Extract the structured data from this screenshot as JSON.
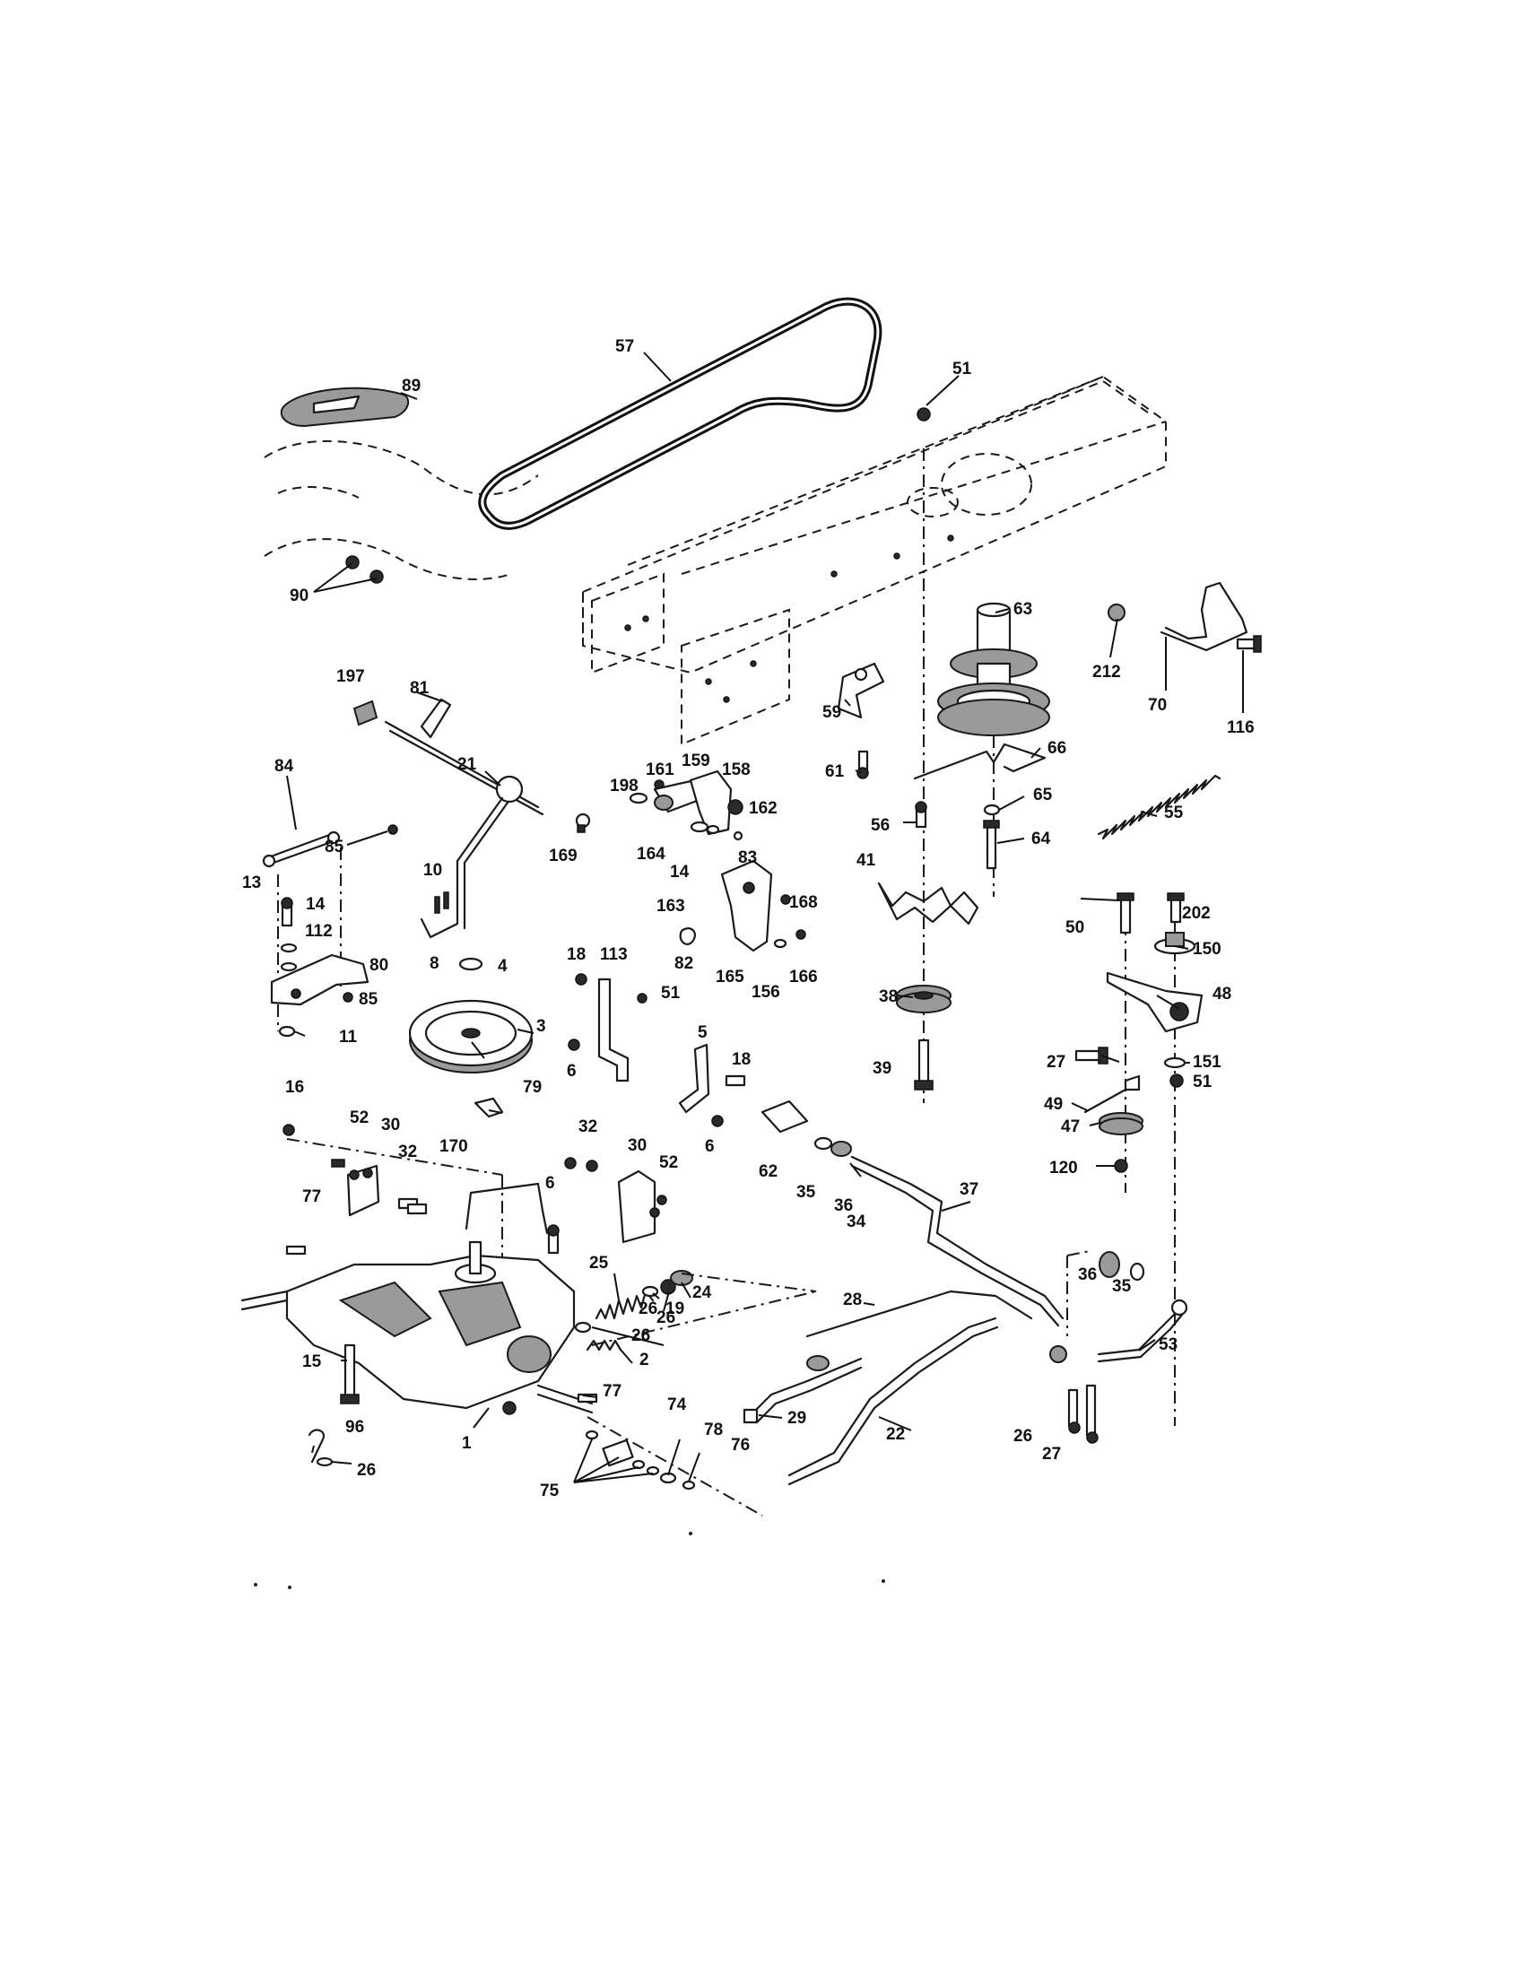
{
  "diagram": {
    "callouts": [
      {
        "id": "c57",
        "text": "57"
      },
      {
        "id": "c89",
        "text": "89"
      },
      {
        "id": "c51a",
        "text": "51"
      },
      {
        "id": "c90",
        "text": "90"
      },
      {
        "id": "c63",
        "text": "63"
      },
      {
        "id": "c212",
        "text": "212"
      },
      {
        "id": "c70",
        "text": "70"
      },
      {
        "id": "c116",
        "text": "116"
      },
      {
        "id": "c59",
        "text": "59"
      },
      {
        "id": "c66",
        "text": "66"
      },
      {
        "id": "c197",
        "text": "197"
      },
      {
        "id": "c81",
        "text": "81"
      },
      {
        "id": "c61",
        "text": "61"
      },
      {
        "id": "c84",
        "text": "84"
      },
      {
        "id": "c198",
        "text": "198"
      },
      {
        "id": "c161",
        "text": "161"
      },
      {
        "id": "c159",
        "text": "159"
      },
      {
        "id": "c158",
        "text": "158"
      },
      {
        "id": "c162",
        "text": "162"
      },
      {
        "id": "c65",
        "text": "65"
      },
      {
        "id": "c55",
        "text": "55"
      },
      {
        "id": "c56",
        "text": "56"
      },
      {
        "id": "c64",
        "text": "64"
      },
      {
        "id": "c21",
        "text": "21"
      },
      {
        "id": "c85a",
        "text": "85"
      },
      {
        "id": "c169",
        "text": "169"
      },
      {
        "id": "c164",
        "text": "164"
      },
      {
        "id": "c14a",
        "text": "14"
      },
      {
        "id": "c83",
        "text": "83"
      },
      {
        "id": "c41",
        "text": "41"
      },
      {
        "id": "c10",
        "text": "10"
      },
      {
        "id": "c13",
        "text": "13"
      },
      {
        "id": "c14b",
        "text": "14"
      },
      {
        "id": "c163",
        "text": "163"
      },
      {
        "id": "c168",
        "text": "168"
      },
      {
        "id": "c112",
        "text": "112"
      },
      {
        "id": "c8",
        "text": "8"
      },
      {
        "id": "c4",
        "text": "4"
      },
      {
        "id": "c50",
        "text": "50"
      },
      {
        "id": "c202",
        "text": "202"
      },
      {
        "id": "c150",
        "text": "150"
      },
      {
        "id": "c18a",
        "text": "18"
      },
      {
        "id": "c113",
        "text": "113"
      },
      {
        "id": "c82",
        "text": "82"
      },
      {
        "id": "c80",
        "text": "80"
      },
      {
        "id": "c85b",
        "text": "85"
      },
      {
        "id": "c165",
        "text": "165"
      },
      {
        "id": "c166",
        "text": "166"
      },
      {
        "id": "c156",
        "text": "156"
      },
      {
        "id": "c48",
        "text": "48"
      },
      {
        "id": "c38",
        "text": "38"
      },
      {
        "id": "c3",
        "text": "3"
      },
      {
        "id": "c51b",
        "text": "51"
      },
      {
        "id": "c11",
        "text": "11"
      },
      {
        "id": "c5",
        "text": "5"
      },
      {
        "id": "c27a",
        "text": "27"
      },
      {
        "id": "c151",
        "text": "151"
      },
      {
        "id": "c6a",
        "text": "6"
      },
      {
        "id": "c18b",
        "text": "18"
      },
      {
        "id": "c39",
        "text": "39"
      },
      {
        "id": "c51c",
        "text": "51"
      },
      {
        "id": "c79",
        "text": "79"
      },
      {
        "id": "c49",
        "text": "49"
      },
      {
        "id": "c16",
        "text": "16"
      },
      {
        "id": "c47",
        "text": "47"
      },
      {
        "id": "c6b",
        "text": "6"
      },
      {
        "id": "c52a",
        "text": "52"
      },
      {
        "id": "c30a",
        "text": "30"
      },
      {
        "id": "c32a",
        "text": "32"
      },
      {
        "id": "c30b",
        "text": "30"
      },
      {
        "id": "c120",
        "text": "120"
      },
      {
        "id": "c62",
        "text": "62"
      },
      {
        "id": "c35a",
        "text": "35"
      },
      {
        "id": "c36a",
        "text": "36"
      },
      {
        "id": "c170",
        "text": "170"
      },
      {
        "id": "c32b",
        "text": "32"
      },
      {
        "id": "c52b",
        "text": "52"
      },
      {
        "id": "c6c",
        "text": "6"
      },
      {
        "id": "c37",
        "text": "37"
      },
      {
        "id": "c34",
        "text": "34"
      },
      {
        "id": "c77a",
        "text": "77"
      },
      {
        "id": "c25",
        "text": "25"
      },
      {
        "id": "c24",
        "text": "24"
      },
      {
        "id": "c26a",
        "text": "26"
      },
      {
        "id": "c19",
        "text": "19"
      },
      {
        "id": "c36b",
        "text": "36"
      },
      {
        "id": "c35b",
        "text": "35"
      },
      {
        "id": "c28",
        "text": "28"
      },
      {
        "id": "c26b",
        "text": "26"
      },
      {
        "id": "c2",
        "text": "2"
      },
      {
        "id": "c53",
        "text": "53"
      },
      {
        "id": "c15",
        "text": "15"
      },
      {
        "id": "c77b",
        "text": "77"
      },
      {
        "id": "c74",
        "text": "74"
      },
      {
        "id": "c29",
        "text": "29"
      },
      {
        "id": "c96",
        "text": "96"
      },
      {
        "id": "c26c",
        "text": "26"
      },
      {
        "id": "c22",
        "text": "22"
      },
      {
        "id": "c1",
        "text": "1"
      },
      {
        "id": "c78",
        "text": "78"
      },
      {
        "id": "c76",
        "text": "76"
      },
      {
        "id": "c26d",
        "text": "26"
      },
      {
        "id": "c27b",
        "text": "27"
      },
      {
        "id": "c26e",
        "text": "26"
      },
      {
        "id": "c75",
        "text": "75"
      }
    ]
  }
}
